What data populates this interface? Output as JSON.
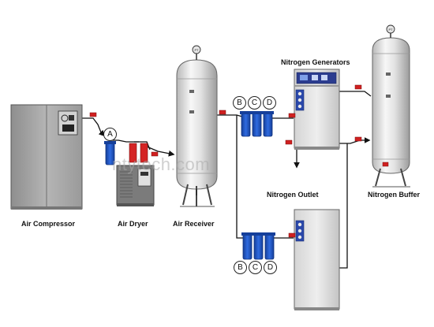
{
  "labels": {
    "air_compressor": "Air Compressor",
    "air_dryer": "Air Dryer",
    "air_receiver": "Air Receiver",
    "nitrogen_generators": "Nitrogen Generators",
    "nitrogen_outlet": "Nitrogen Outlet",
    "nitrogen_buffer": "Nitrogen Buffer"
  },
  "filters": {
    "a": "A",
    "upper": [
      "B",
      "C",
      "D"
    ],
    "lower": [
      "B",
      "C",
      "D"
    ]
  },
  "gauge_label": "PT",
  "watermark": "ntytech.com",
  "colors": {
    "pipe": "#111111",
    "valve_red": "#d02020",
    "filter_blue": "#1f57c8",
    "equipment_gray": "#c8c8c8",
    "tank_light": "#f0f0f0"
  }
}
